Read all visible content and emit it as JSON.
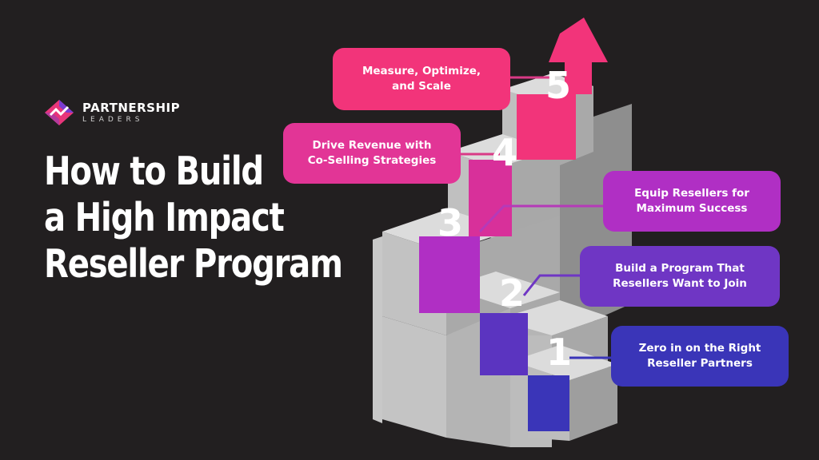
{
  "brand": {
    "line1": "PARTNERSHIP",
    "line2": "LEADERS"
  },
  "title_lines": [
    "How to Build",
    "a High Impact",
    "Reseller Program"
  ],
  "steps": [
    {
      "number": "1",
      "label_line1": "Zero in on the Right",
      "label_line2": "Reseller Partners",
      "color": "#3a35b8"
    },
    {
      "number": "2",
      "label_line1": "Build a Program That",
      "label_line2": "Resellers Want to Join",
      "color": "#6f36c4"
    },
    {
      "number": "3",
      "label_line1": "Equip Resellers for",
      "label_line2": "Maximum Success",
      "color": "#b02fc4"
    },
    {
      "number": "4",
      "label_line1": "Drive Revenue with",
      "label_line2": "Co-Selling Strategies",
      "color": "#e23596"
    },
    {
      "number": "5",
      "label_line1": "Measure, Optimize,",
      "label_line2": "and Scale",
      "color": "#f2347a"
    }
  ],
  "colors": {
    "background": "#221f20",
    "stair_top": "#d9d9d9",
    "stair_side": "#a6a6a6",
    "stair_front": "#bdbdbd"
  }
}
